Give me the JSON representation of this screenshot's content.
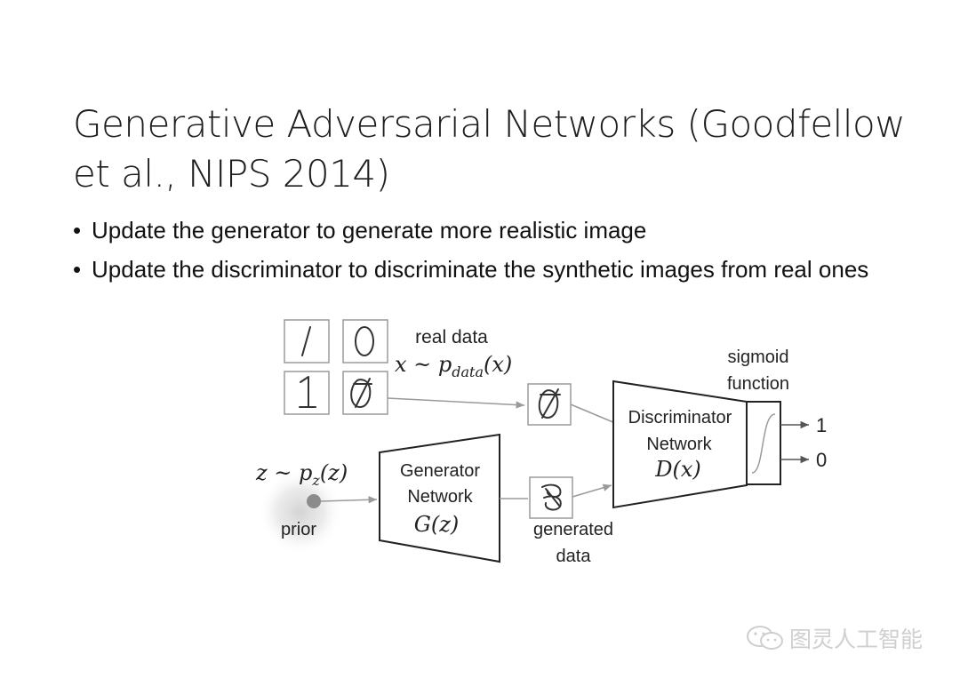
{
  "slide": {
    "title": "Generative Adversarial Networks (Goodfellow et al., NIPS 2014)",
    "bullets": [
      "Update the generator to generate more realistic image",
      "Update the discriminator to discriminate the synthetic images from real ones"
    ],
    "bullet_symbol": "•"
  },
  "diagram": {
    "real_data_label": "real data",
    "real_data_formula": "x ~ p",
    "real_data_formula_sub": "data",
    "real_data_formula_tail": "(x)",
    "prior_formula": "z ~ p",
    "prior_formula_sub": "z",
    "prior_formula_tail": "(z)",
    "prior_label": "prior",
    "generator_line1": "Generator",
    "generator_line2": "Network",
    "generator_formula": "G(z)",
    "generated_line1": "generated",
    "generated_line2": "data",
    "discriminator_line1": "Discriminator",
    "discriminator_line2": "Network",
    "discriminator_formula": "D(x)",
    "sigmoid_line1": "sigmoid",
    "sigmoid_line2": "function",
    "output_one": "1",
    "output_zero": "0",
    "digit_samples": [
      "/",
      "0",
      "1",
      "0"
    ],
    "real_sample_digit": "0"
  },
  "watermark": {
    "text": "图灵人工智能",
    "icon": "wechat-icon"
  }
}
